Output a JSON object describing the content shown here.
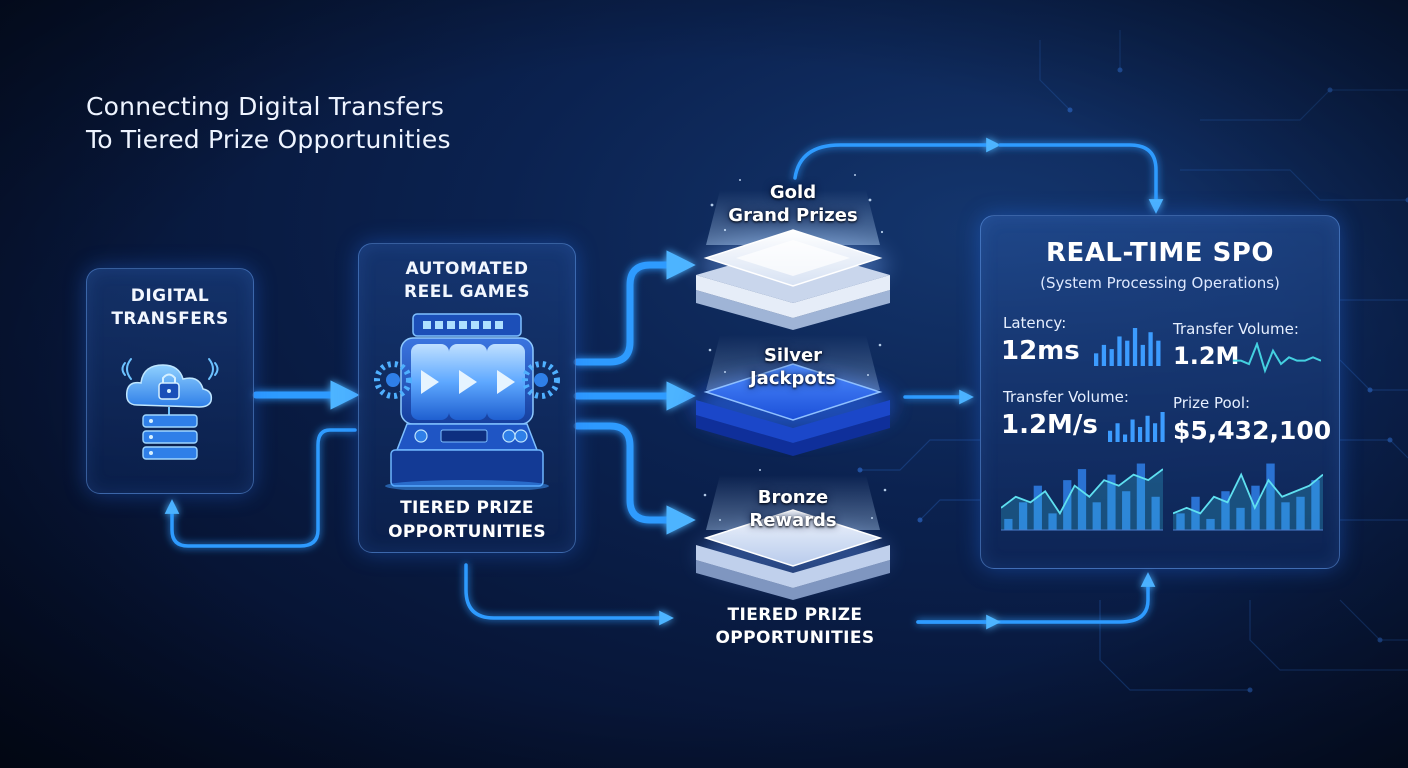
{
  "title": {
    "line1": "Connecting Digital Transfers",
    "line2": "To Tiered Prize Opportunities"
  },
  "digital_transfers": {
    "title_line1": "DIGITAL",
    "title_line2": "TRANSFERS",
    "icon": "cloud-lock-server-icon"
  },
  "reel_games": {
    "title_line1": "AUTOMATED",
    "title_line2": "REEL GAMES",
    "sub_line1": "TIERED PRIZE",
    "sub_line2": "OPPORTUNITIES",
    "icon": "slot-machine-icon"
  },
  "tiers": {
    "gold": {
      "line1": "Gold",
      "line2": "Grand Prizes"
    },
    "silver": {
      "line1": "Silver",
      "line2": "Jackpots"
    },
    "bronze": {
      "line1": "Bronze",
      "line2": "Rewards"
    },
    "bottom_line1": "TIERED PRIZE",
    "bottom_line2": "OPPORTUNITIES"
  },
  "spo": {
    "title": "REAL-TIME SPO",
    "subtitle": "(System Processing Operations)",
    "metrics": {
      "latency_label": "Latency:",
      "latency_value": "12ms",
      "transfer_label_1": "Transfer Volume:",
      "transfer_value_1": "1.2M",
      "transfer_label_2": "Transfer Volume:",
      "transfer_value_2": "1.2M/s",
      "prize_label": "Prize Pool:",
      "prize_value": "$5,432,100"
    }
  },
  "colors": {
    "accent": "#2f8cff",
    "glow": "#4fb0ff",
    "background": "#071536",
    "gold_tier": "#e9eef7",
    "silver_tier": "#2a6bff",
    "bronze_tier": "#cfdcf5"
  },
  "chart_data": [
    {
      "type": "bar",
      "name_hint": "latency-sparkbars",
      "values": [
        3,
        5,
        4,
        7,
        6,
        9,
        5,
        8,
        6
      ]
    },
    {
      "type": "bar",
      "name_hint": "transfer-rate-sparkbars",
      "values": [
        3,
        5,
        2,
        6,
        4,
        7,
        5,
        8
      ]
    },
    {
      "type": "line",
      "name_hint": "transfer-volume-pulse",
      "values": [
        4,
        4,
        3,
        9,
        1,
        7,
        3,
        5,
        4,
        4,
        5,
        4
      ]
    },
    {
      "type": "bar",
      "name_hint": "bottom-left-chart",
      "bars": [
        2,
        5,
        8,
        3,
        9,
        11,
        5,
        10,
        7,
        12,
        6
      ],
      "line": [
        4,
        6,
        5,
        7,
        3,
        8,
        6,
        9,
        8,
        10,
        9,
        11
      ],
      "ylim": [
        0,
        13
      ]
    },
    {
      "type": "bar",
      "name_hint": "bottom-right-chart",
      "bars": [
        3,
        6,
        2,
        7,
        4,
        8,
        12,
        5,
        6,
        9
      ],
      "line": [
        3,
        4,
        3,
        6,
        5,
        10,
        4,
        9,
        6,
        7,
        8,
        10
      ],
      "ylim": [
        0,
        13
      ]
    }
  ]
}
